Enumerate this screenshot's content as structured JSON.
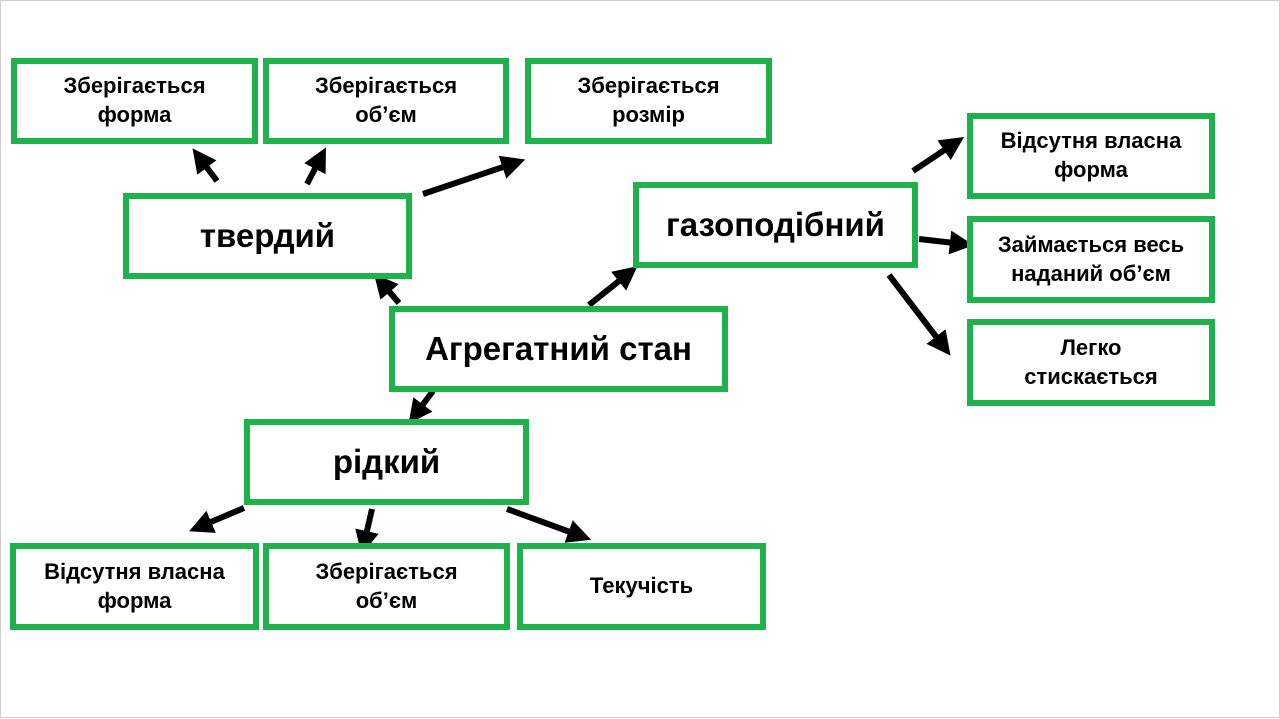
{
  "root": "Агрегатний стан",
  "solid": {
    "label": "твердий",
    "items": [
      "Зберігається\nформа",
      "Зберігається\nоб’єм",
      "Зберігається\nрозмір"
    ]
  },
  "gas": {
    "label": "газоподібний",
    "items": [
      "Відсутня власна\nформа",
      "Займається весь\nнаданий об’єм",
      "Легко\nстискається"
    ]
  },
  "liquid": {
    "label": "рідкий",
    "items": [
      "Відсутня власна\nформа",
      "Зберігається\nоб’єм",
      "Текучість"
    ]
  },
  "colors": {
    "box_border": "#1fb14b",
    "arrow": "#000000"
  }
}
